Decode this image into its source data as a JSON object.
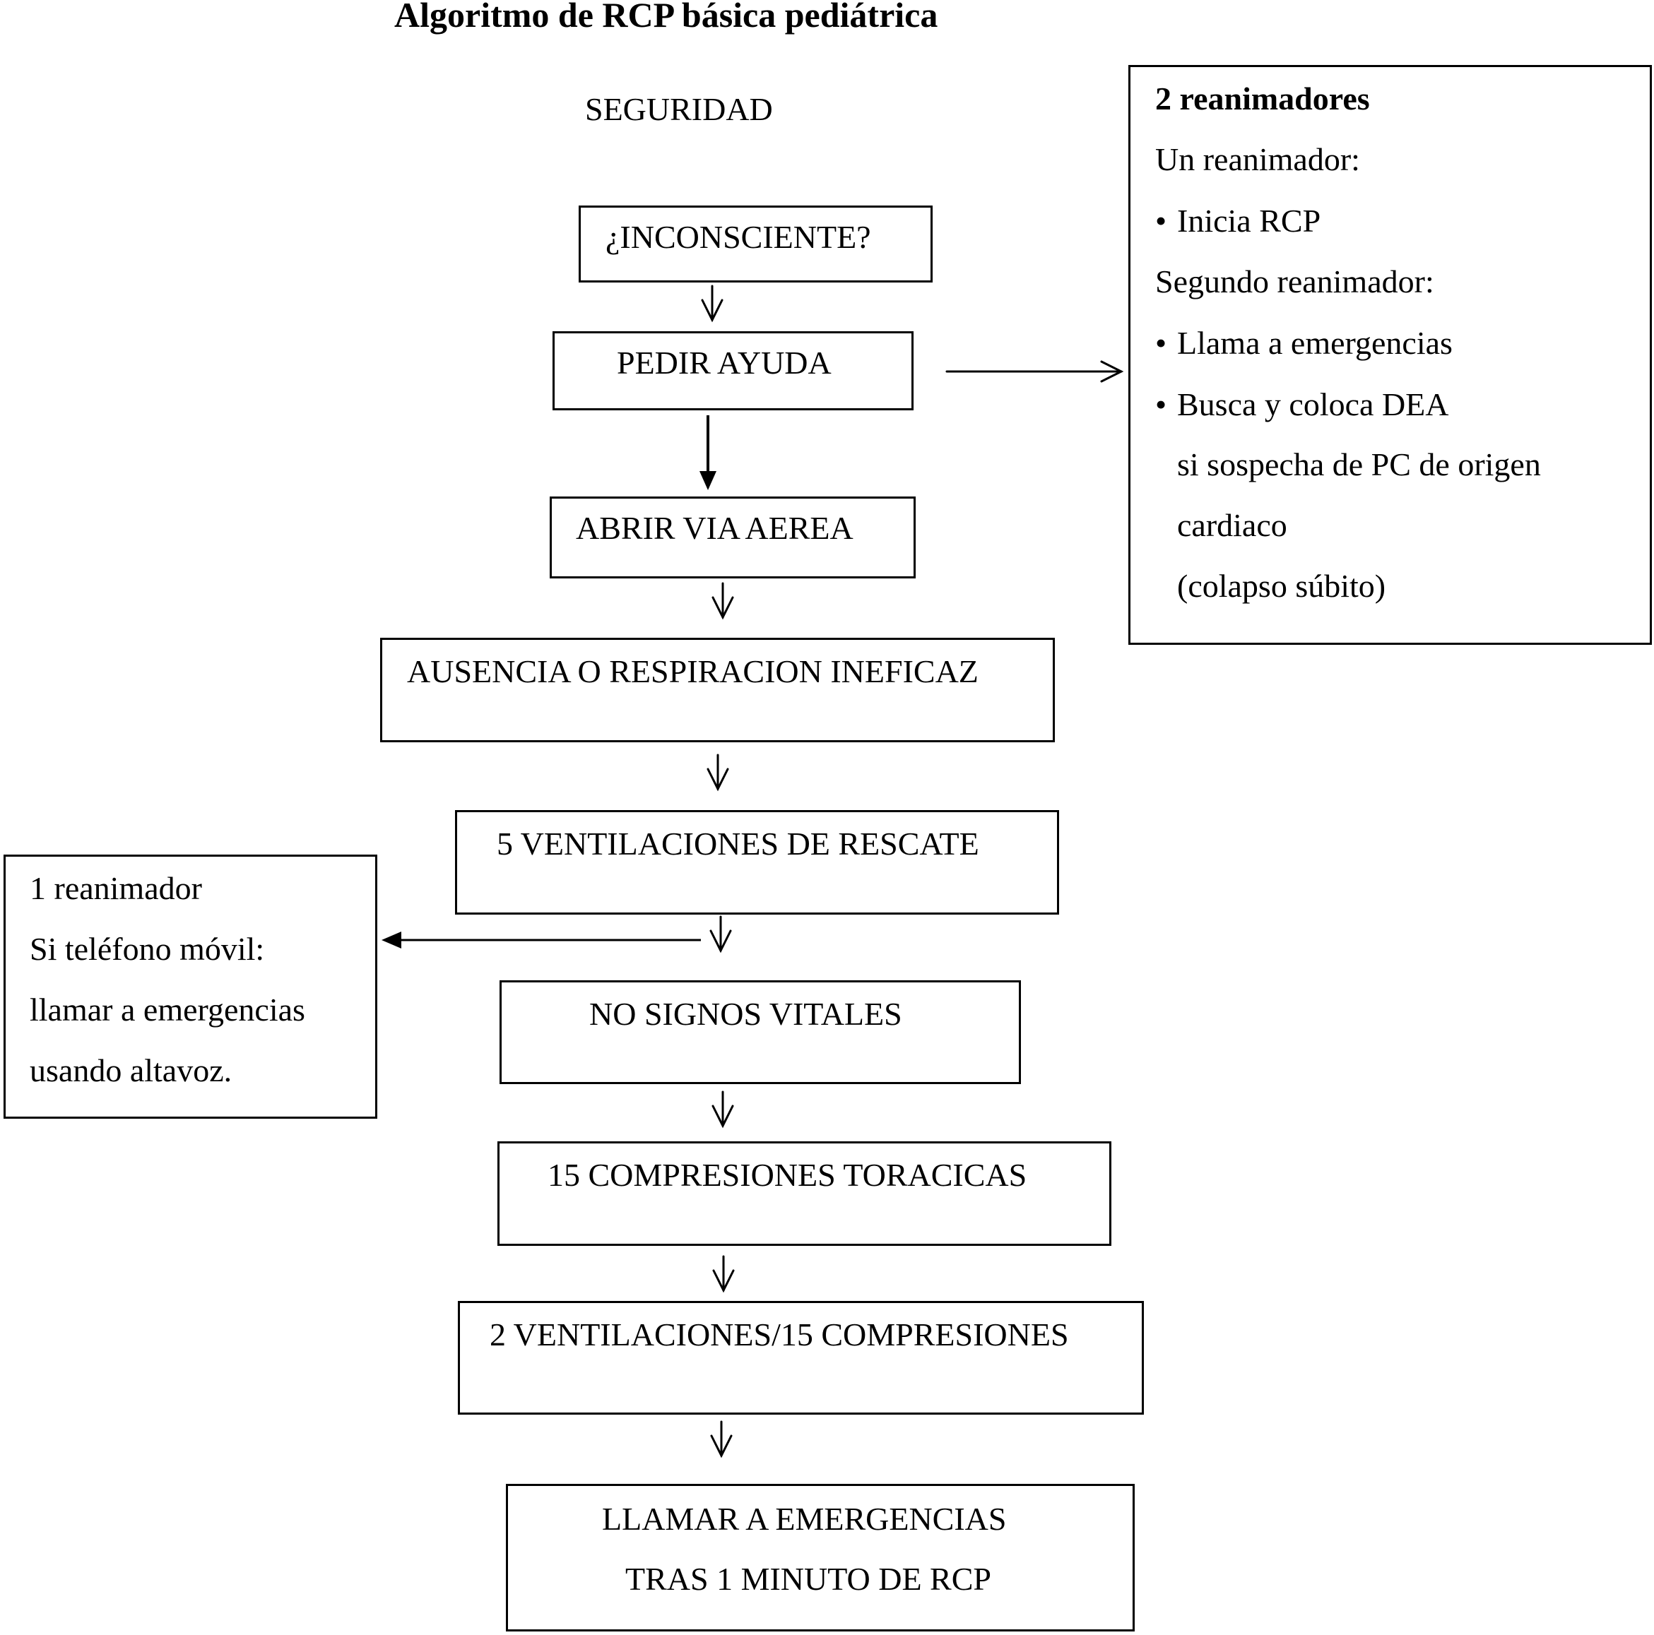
{
  "title": "Algoritmo de RCP básica pediátrica",
  "seguridad": "SEGURIDAD",
  "steps": [
    "¿INCONSCIENTE?",
    "PEDIR AYUDA",
    "ABRIR VIA AEREA",
    "AUSENCIA O RESPIRACION INEFICAZ",
    "5 VENTILACIONES DE RESCATE",
    "NO SIGNOS VITALES",
    "15 COMPRESIONES TORACICAS",
    "2 VENTILACIONES/15 COMPRESIONES",
    "LLAMAR A EMERGENCIAS",
    "TRAS 1 MINUTO DE RCP"
  ],
  "two_rescuers": {
    "heading": "2 reanimadores",
    "one_label": "Un reanimador:",
    "one_items": [
      "Inicia RCP"
    ],
    "second_label": "Segundo reanimador:",
    "second_items": [
      "Llama a emergencias",
      "Busca y coloca DEA"
    ],
    "note_lines": [
      "si sospecha de PC de origen",
      "cardiaco",
      "(colapso súbito)"
    ]
  },
  "one_rescuer": {
    "lines": [
      "1 reanimador",
      "Si teléfono móvil:",
      "llamar a emergencias",
      "usando altavoz."
    ]
  }
}
